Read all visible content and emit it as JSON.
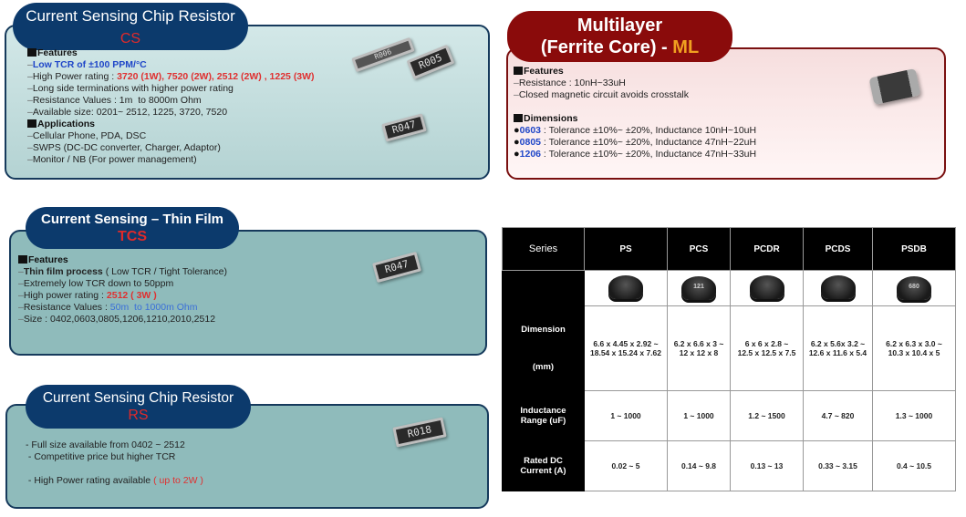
{
  "cs": {
    "title": "Current Sensing Chip Resistor",
    "code": "CS",
    "features_heading": "Features",
    "features": [
      [
        {
          "text": "Low TCR of ±100 PPM/°C",
          "style": "blue"
        }
      ],
      [
        {
          "text": "High Power rating : ",
          "style": ""
        },
        {
          "text": "3720 (1W), 7520 (2W), 2512 (2W) , 1225 (3W)",
          "style": "red"
        }
      ],
      [
        {
          "text": "Long side terminations with higher power rating",
          "style": ""
        }
      ],
      [
        {
          "text": "Resistance Values : 1m  to 8000m Ohm",
          "style": ""
        }
      ],
      [
        {
          "text": "Available size: 0201~ 2512, 1225, 3720, 7520",
          "style": ""
        }
      ]
    ],
    "applications_heading": "Applications",
    "applications": [
      [
        {
          "text": "Cellular Phone, PDA, DSC",
          "style": ""
        }
      ],
      [
        {
          "text": "SWPS (DC-DC converter, Charger, Adaptor)",
          "style": ""
        }
      ],
      [
        {
          "text": "Monitor / NB (For power management)",
          "style": ""
        }
      ]
    ],
    "chip_labels": [
      "R006",
      "R005",
      "R047"
    ]
  },
  "ml": {
    "title_line1": "Multilayer",
    "title_line2": "(Ferrite Core) - ",
    "code": "ML",
    "features_heading": "Features",
    "features": [
      [
        {
          "text": "Resistance : 10nH~33uH",
          "style": ""
        }
      ],
      [
        {
          "text": "Closed magnetic circuit avoids crosstalk",
          "style": ""
        }
      ]
    ],
    "dimensions_heading": "Dimensions",
    "dimensions": [
      [
        {
          "text": "0603",
          "style": "blue"
        },
        {
          "text": " : Tolerance ±10%~ ±20%, Inductance 10nH~10uH",
          "style": ""
        }
      ],
      [
        {
          "text": "0805",
          "style": "blue"
        },
        {
          "text": " : Tolerance ±10%~ ±20%, Inductance 47nH~22uH",
          "style": ""
        }
      ],
      [
        {
          "text": "1206",
          "style": "blue"
        },
        {
          "text": " : Tolerance ±10%~ ±20%, Inductance 47nH~33uH",
          "style": ""
        }
      ]
    ]
  },
  "tcs": {
    "title": "Current Sensing – Thin Film",
    "code": "TCS",
    "features_heading": "Features",
    "features": [
      [
        {
          "text": "Thin film process",
          "style": "bold"
        },
        {
          "text": " ( Low TCR / Tight Tolerance)",
          "style": ""
        }
      ],
      [
        {
          "text": "Extremely low TCR down to 50ppm",
          "style": ""
        }
      ],
      [
        {
          "text": "High power rating : ",
          "style": ""
        },
        {
          "text": "2512 ( 3W )",
          "style": "red"
        }
      ],
      [
        {
          "text": "Resistance Values : ",
          "style": ""
        },
        {
          "text": "50m  to 1000m Ohm",
          "style": "bluel"
        }
      ],
      [
        {
          "text": "Size : 0402,0603,0805,1206,1210,2010,2512",
          "style": ""
        }
      ]
    ],
    "chip_label": "R047"
  },
  "rs": {
    "title": "Current Sensing Chip Resistor",
    "code": "RS",
    "lines": [
      [
        {
          "text": "- Full size available from 0402 ~ 2512",
          "style": ""
        }
      ],
      [
        {
          "text": " - Competitive price but higher TCR",
          "style": ""
        }
      ],
      [
        {
          "text": "",
          "style": ""
        }
      ],
      [
        {
          "text": " - High Power rating available ",
          "style": ""
        },
        {
          "text": "( up to 2W )",
          "style": "redl"
        }
      ]
    ],
    "chip_label": "R018"
  },
  "table": {
    "series_label": "Series",
    "series": [
      "PS",
      "PCS",
      "PCDR",
      "PCDS",
      "PSDB"
    ],
    "image_labels": [
      "",
      "121",
      "",
      "",
      "680"
    ],
    "dimension_label": "Dimension",
    "dimension_unit": "(mm)",
    "dimension": [
      "6.6 x 4.45 x 2.92 ~\n18.54 x 15.24 x 7.62",
      "6.2 x 6.6 x 3 ~\n12 x 12 x 8",
      "6 x 6 x 2.8 ~\n12.5 x 12.5 x 7.5",
      "6.2 x 5.6x 3.2 ~\n12.6 x 11.6 x 5.4",
      "6.2 x 6.3 x 3.0 ~\n10.3 x 10.4 x 5"
    ],
    "inductance_label": "Inductance\nRange (uF)",
    "inductance": [
      "1 ~ 1000",
      "1 ~ 1000",
      "1.2 ~ 1500",
      "4.7 ~ 820",
      "1.3 ~ 1000"
    ],
    "current_label": "Rated DC\nCurrent (A)",
    "current": [
      "0.02 ~ 5",
      "0.14 ~ 9.8",
      "0.13 ~ 13",
      "0.33 ~ 3.15",
      "0.4 ~ 10.5"
    ]
  }
}
